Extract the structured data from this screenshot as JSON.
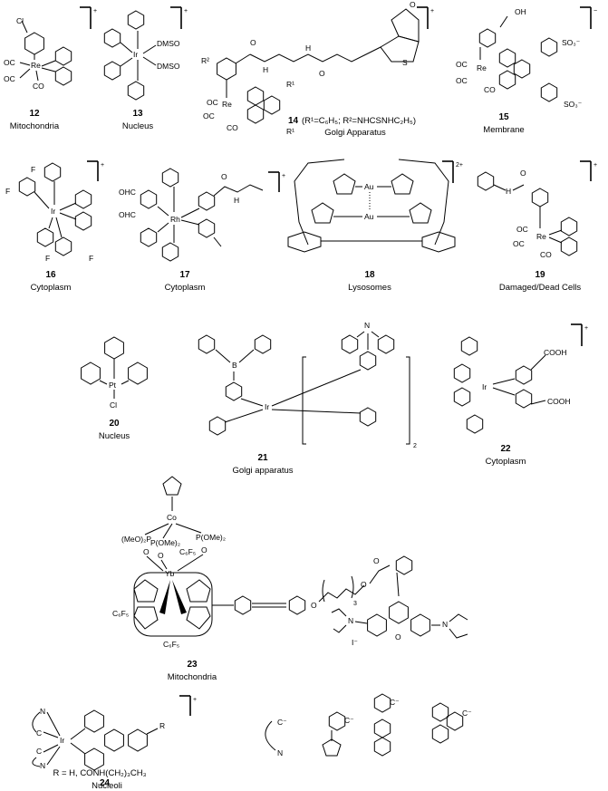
{
  "compounds": [
    {
      "num": "12",
      "location": "Mitochondria",
      "charge": "+"
    },
    {
      "num": "13",
      "location": "Nucleus",
      "charge": "+"
    },
    {
      "num": "14",
      "formula": "(R¹=C₆H₅; R²=NHCSNHC₂H₅)",
      "location": "Golgi Apparatus",
      "charge": "+"
    },
    {
      "num": "15",
      "location": "Membrane",
      "charge": "−"
    },
    {
      "num": "16",
      "location": "Cytoplasm",
      "charge": "+"
    },
    {
      "num": "17",
      "location": "Cytoplasm",
      "charge": "+"
    },
    {
      "num": "18",
      "location": "Lysosomes",
      "charge": "2+"
    },
    {
      "num": "19",
      "location": "Damaged/Dead Cells",
      "charge": "+"
    },
    {
      "num": "20",
      "location": "Nucleus"
    },
    {
      "num": "21",
      "location": "Golgi apparatus",
      "subscript": "2"
    },
    {
      "num": "22",
      "location": "Cytoplasm",
      "charge": "+"
    },
    {
      "num": "23",
      "location": "Mitochondria",
      "subscript": "3"
    },
    {
      "num": "24",
      "location": "Nucleoli",
      "rgroup": "R = H, CONH(CH₂)₃CH₃",
      "charge": "+"
    }
  ],
  "atoms": {
    "re": "Re",
    "ir": "Ir",
    "rh": "Rh",
    "pt": "Pt",
    "au": "Au",
    "yb": "Yb",
    "co_metal": "Co",
    "cl": "Cl",
    "n": "N",
    "co": "CO",
    "oc": "OC",
    "dmso": "DMSO",
    "oh": "OH",
    "so3": "SO₃⁻",
    "r1": "R¹",
    "r2": "R²",
    "f": "F",
    "cho": "OHC",
    "cooh": "COOH",
    "b": "B",
    "c6f5": "C₆F₅",
    "p_meo": "(MeO)₂P",
    "p_ome": "P(OMe)₂",
    "c_minus": "C⁻",
    "c": "C",
    "o": "O",
    "s": "S",
    "h": "H",
    "r": "R",
    "i_minus": "I⁻"
  }
}
